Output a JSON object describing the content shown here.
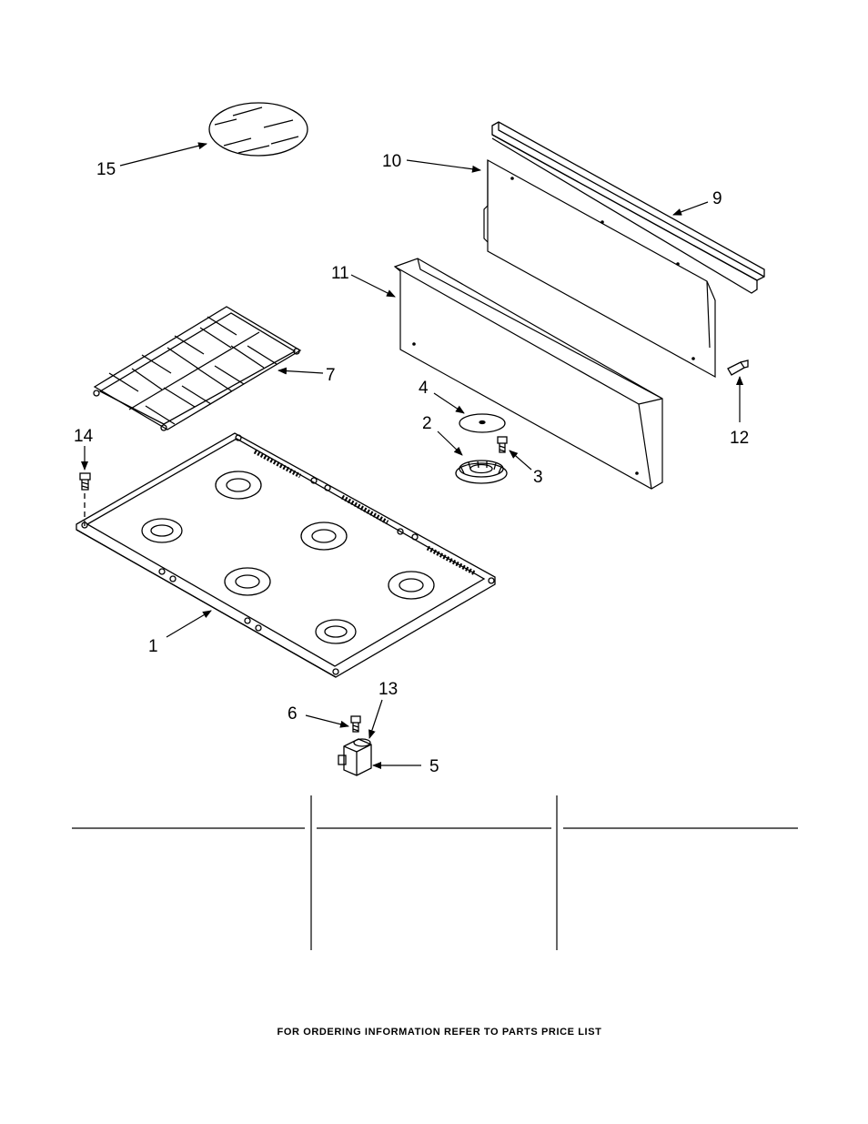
{
  "callouts": {
    "c1": "1",
    "c2": "2",
    "c3": "3",
    "c4": "4",
    "c5": "5",
    "c6": "6",
    "c7": "7",
    "c9": "9",
    "c10": "10",
    "c11": "11",
    "c12": "12",
    "c13": "13",
    "c14": "14",
    "c15": "15"
  },
  "footer": "FOR ORDERING INFORMATION REFER TO PARTS PRICE LIST"
}
